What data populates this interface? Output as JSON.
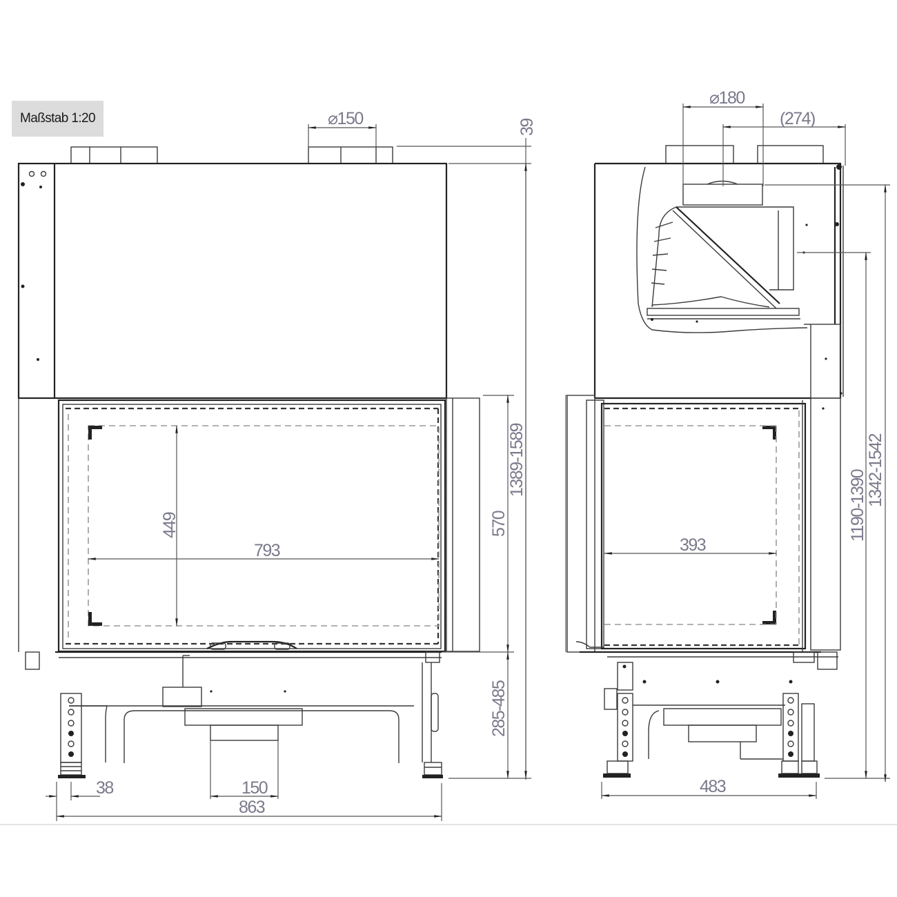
{
  "scale_label": "Maßstab 1:20",
  "front_view": {
    "flue_diameter": "⌀150",
    "top_offset": "39",
    "total_height": "1389-1589",
    "door_height": "570",
    "leg_height": "285-485",
    "glass_height": "449",
    "glass_width": "793",
    "foot_offset": "38",
    "air_inlet": "150",
    "total_width": "863"
  },
  "side_view": {
    "flue_diameter": "⌀180",
    "flue_offset": "(274)",
    "height_min": "1190-1390",
    "height_max": "1342-1542",
    "glass_width": "393",
    "total_depth": "483"
  },
  "colors": {
    "line": "#3a3a3a",
    "dimension_text": "#7a7a8c",
    "badge_bg": "#dcdcdc"
  }
}
